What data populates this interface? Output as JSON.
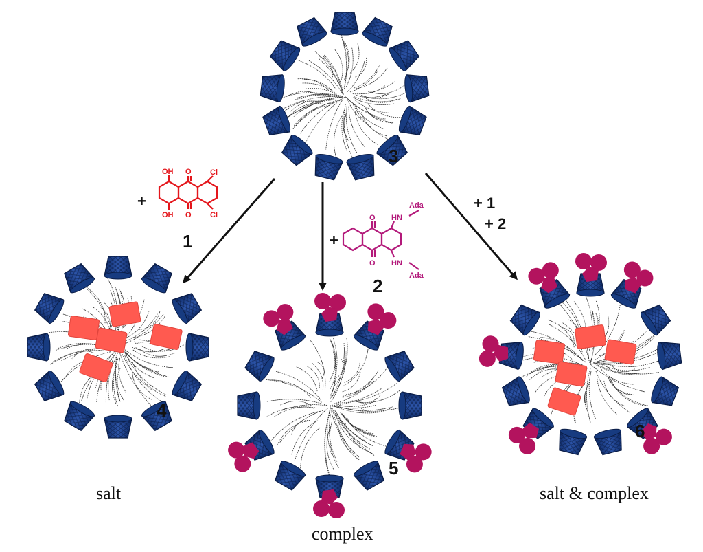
{
  "labels": {
    "n1": "1",
    "n2": "2",
    "n3": "3",
    "n4": "4",
    "n5": "5",
    "n6": "6",
    "plus_left": "+",
    "plus_mid": "+",
    "plus_right_1": "+ 1",
    "plus_right_2": "+ 2"
  },
  "captions": {
    "salt": "salt",
    "complex": "complex",
    "salt_complex": "salt & complex"
  },
  "chem1": {
    "oh_top": "OH",
    "oh_bot": "OH",
    "o_top": "O",
    "o_bot": "O",
    "cl_top": "Cl",
    "cl_bot": "Cl"
  },
  "chem2": {
    "o_top": "O",
    "o_bot": "O",
    "hn_top": "HN",
    "hn_bot": "HN",
    "ada_top": "Ada",
    "ada_bot": "Ada"
  },
  "colors": {
    "cyclodextrin": "#1d3f86",
    "dye_salt": "#ff5a50",
    "guest_complex": "#b3135e",
    "chem1": "#e4161c",
    "chem2": "#b3197a"
  }
}
